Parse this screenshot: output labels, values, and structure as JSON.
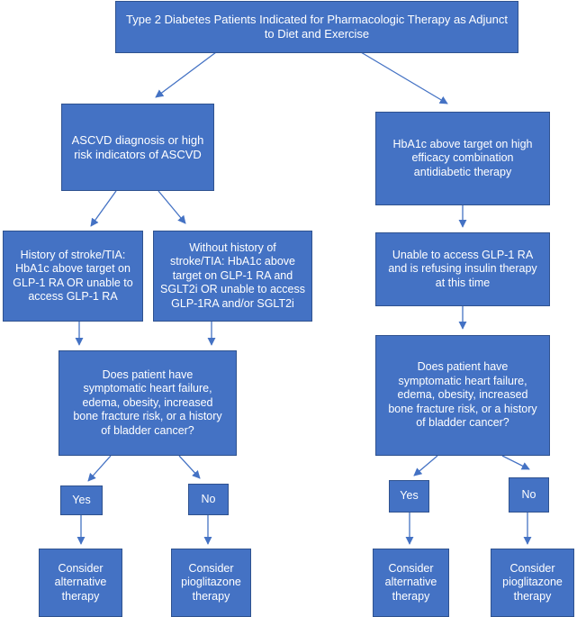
{
  "nodes": {
    "root": "Type 2 Diabetes Patients Indicated for Pharmacologic Therapy as Adjunct\nto Diet and Exercise",
    "ascvd": "ASCVD diagnosis or high\nrisk indicators of ASCVD",
    "hba1c_high": "HbA1c above target on high\nefficacy combination\nantidiabetic therapy",
    "stroke": "History of stroke/TIA:\nHbA1c above target on\nGLP-1 RA OR unable to\naccess GLP-1 RA",
    "no_stroke": "Without history of\nstroke/TIA: HbA1c above\ntarget on GLP-1 RA and\nSGLT2i OR unable to access\nGLP-1RA and/or SGLT2i",
    "unable_glp1": "Unable to access GLP-1 RA\nand is refusing insulin therapy\nat this time",
    "question_left": "Does patient have\nsymptomatic heart failure,\nedema, obesity, increased\nbone fracture risk, or a history\nof bladder cancer?",
    "question_right": "Does patient have\nsymptomatic heart failure,\nedema, obesity, increased\nbone fracture risk, or a history\nof bladder cancer?",
    "yes_left": "Yes",
    "no_left": "No",
    "yes_right": "Yes",
    "no_right": "No",
    "alt_left": "Consider\nalternative\ntherapy",
    "pio_left": "Consider\npioglitazone\ntherapy",
    "alt_right": "Consider\nalternative\ntherapy",
    "pio_right": "Consider\npioglitazone\ntherapy"
  },
  "colors": {
    "box_fill": "#4472c4",
    "box_border": "#2f528f",
    "text": "#ffffff",
    "arrow": "#4472c4"
  }
}
